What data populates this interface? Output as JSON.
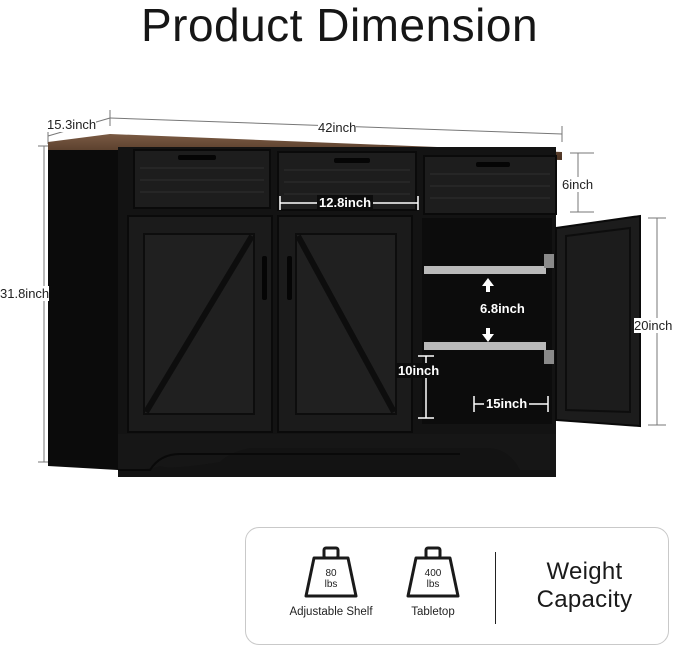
{
  "title": "Product Dimension",
  "dimensions": {
    "depth": "15.3inch",
    "width": "42inch",
    "drawer_height": "6inch",
    "drawer_width": "12.8inch",
    "total_height": "31.8inch",
    "cabinet_height": "20inch",
    "shelf_gap": "6.8inch",
    "bottom_gap": "10inch",
    "shelf_depth": "15inch"
  },
  "capacity": {
    "heading_line1": "Weight",
    "heading_line2": "Capacity",
    "items": [
      {
        "weight": "80",
        "unit": "lbs",
        "caption": "Adjustable Shelf",
        "icon": "weight-icon"
      },
      {
        "weight": "400",
        "unit": "lbs",
        "caption": "Tabletop",
        "icon": "weight-icon"
      }
    ]
  },
  "colors": {
    "cabinet": "#111111",
    "panel": "#1b1b1b",
    "top": "#5b3f2c",
    "shelf": "#b9b9b9"
  }
}
